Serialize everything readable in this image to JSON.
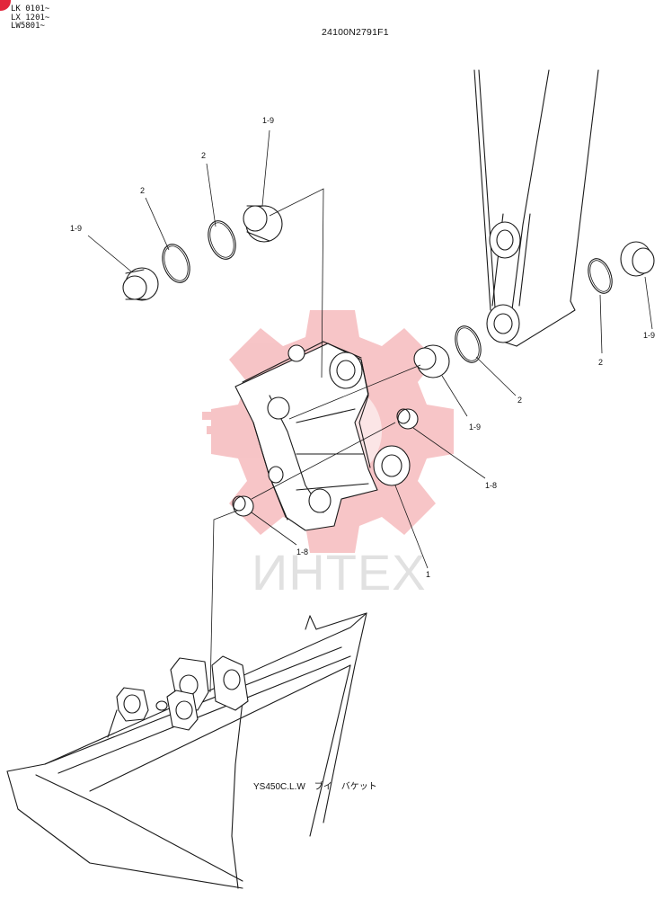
{
  "header": {
    "serials": [
      "LK 0101~",
      "LX 1201~",
      "LW5801~"
    ],
    "doc_code": "24100N2791F1"
  },
  "watermark": {
    "text": "ИНТЕХ",
    "color": "#e8595f"
  },
  "callouts": [
    "1-9",
    "2",
    "2",
    "1-9",
    "1-9",
    "2",
    "2",
    "1-9",
    "1-8",
    "1-8",
    "1"
  ],
  "caption": "YS450C.L.W　ブイ　バケット",
  "colors": {
    "badge": "#e2263b",
    "line": "#1a1a1a"
  }
}
